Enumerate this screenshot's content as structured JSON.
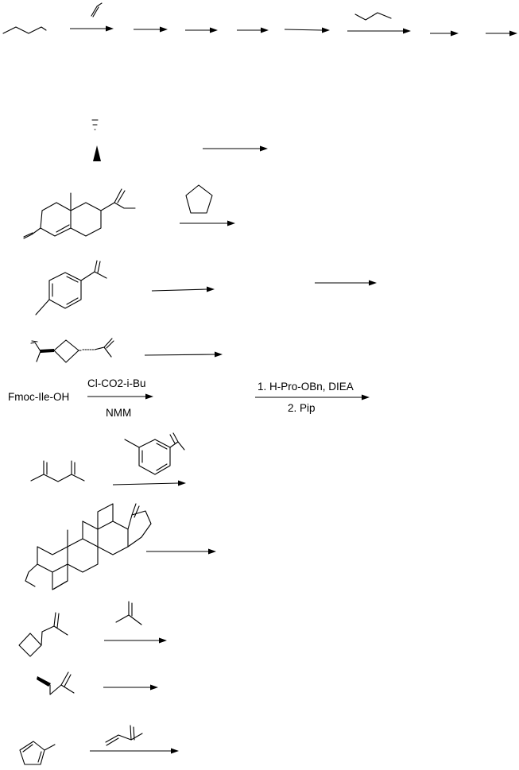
{
  "reactions": {
    "peptide": {
      "start": "Fmoc-Ile-OH",
      "step1_above": "Cl-CO2-i-Bu",
      "step1_below": "NMM",
      "step2_above": "1. H-Pro-OBn, DIEA",
      "step2_below": "2. Pip"
    }
  },
  "chart_data": {
    "type": "reaction-scheme",
    "rows": [
      {
        "row": 1,
        "arrows": 8,
        "reagent_above_arrow_1": "propene (skeletal)",
        "reagent_above_arrow_6": "butane (skeletal)"
      },
      {
        "row": 2,
        "arrows": 1
      },
      {
        "row": 3,
        "arrows": 1,
        "reagent": "cyclopentane (skeletal)"
      },
      {
        "row": 4,
        "arrows": 2
      },
      {
        "row": 5,
        "arrows": 1
      },
      {
        "row": 6,
        "arrows": 2,
        "labels": [
          "Fmoc-Ile-OH",
          "Cl-CO2-i-Bu",
          "NMM",
          "1. H-Pro-OBn, DIEA",
          "2. Pip"
        ]
      },
      {
        "row": 7,
        "arrows": 1,
        "reagent": "3-isopropenyltoluene (skeletal)"
      },
      {
        "row": 8,
        "arrows": 1
      },
      {
        "row": 9,
        "arrows": 1,
        "reagent": "isobutylene (skeletal)"
      },
      {
        "row": 10,
        "arrows": 1
      },
      {
        "row": 11,
        "arrows": 1,
        "reagent": "isoprene (skeletal)"
      }
    ]
  }
}
